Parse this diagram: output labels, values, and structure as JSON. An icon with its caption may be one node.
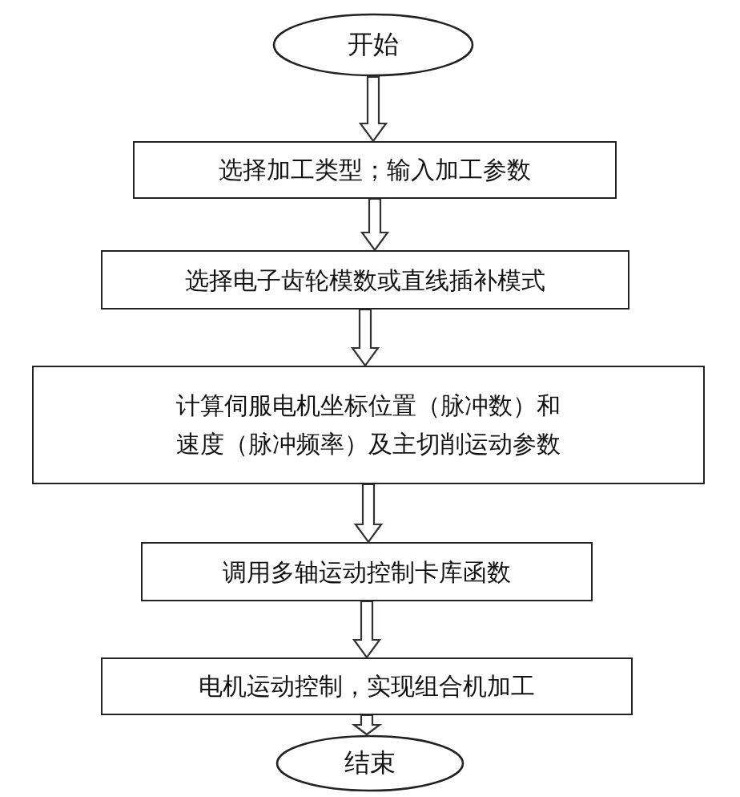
{
  "diagram": {
    "nodes": [
      {
        "text": [
          "开始"
        ]
      },
      {
        "text": [
          "选择加工类型；输入加工参数"
        ]
      },
      {
        "text": [
          "选择电子齿轮模数或直线插补模式"
        ]
      },
      {
        "text": [
          "计算伺服电机坐标位置（脉冲数）和速度（脉冲频率）及主切削运动参数"
        ]
      },
      {
        "text": [
          "调用多轴运动控制卡库函数"
        ]
      },
      {
        "text": [
          "电机运动控制，实现组合机加工"
        ]
      },
      {
        "text": [
          "结束"
        ]
      }
    ],
    "edges": [
      {
        "from": 0,
        "to": 1,
        "arrow": "to"
      },
      {
        "from": 1,
        "to": 2,
        "arrow": "to"
      },
      {
        "from": 2,
        "to": 3,
        "arrow": "to"
      },
      {
        "from": 3,
        "to": 4,
        "arrow": "to"
      },
      {
        "from": 4,
        "to": 5,
        "arrow": "to"
      },
      {
        "from": 5,
        "to": 6,
        "arrow": "to"
      }
    ]
  }
}
